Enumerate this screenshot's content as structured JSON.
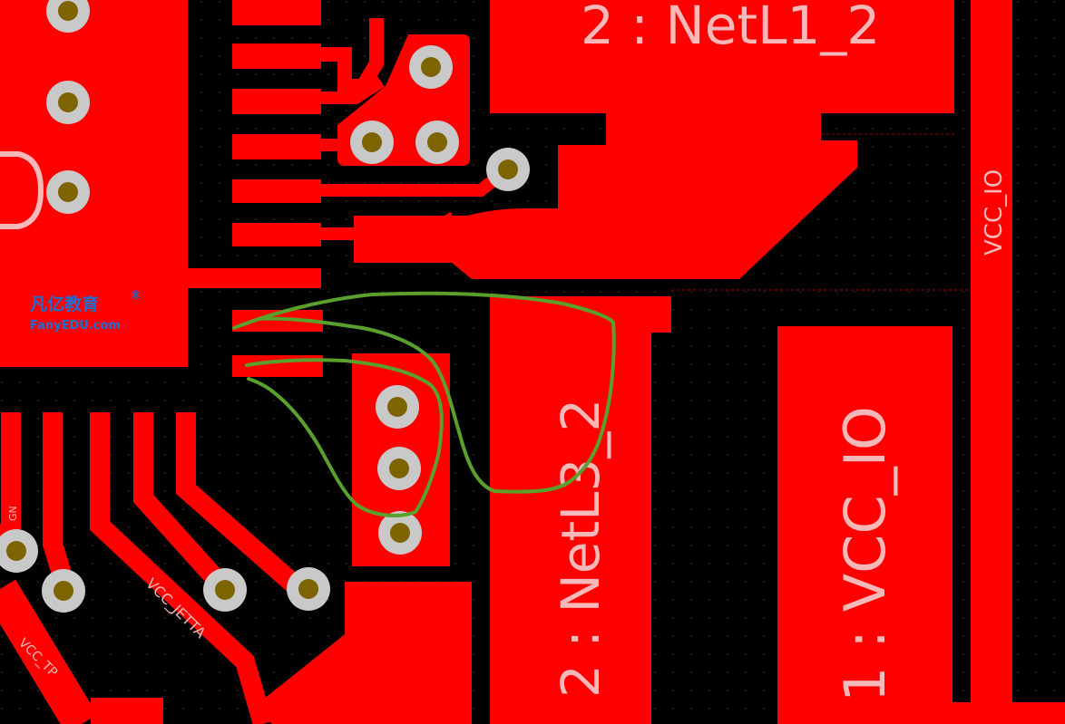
{
  "labels": {
    "netl1": "2 : NetL1_2",
    "netl3": "2 : NetL3_2",
    "vccio_pad": "1 : VCC_IO",
    "vccio_trace": "VCC_IO",
    "vcc_jetta": "VCC_JETTA",
    "vcc_tp": "VCC_TP",
    "gnd_fragment": "GN"
  },
  "watermark": {
    "brand_cn": "凡亿教育",
    "registered": "®",
    "brand_en": "FanyEDU.com"
  },
  "colors": {
    "background": "#000000",
    "copper": "#ff0000",
    "via_ring": "#c9c9c9",
    "via_hole": "#7d6400",
    "annotation": "#5aa02c",
    "label": "#f6b8b8",
    "brand": "#1e6fd1"
  }
}
